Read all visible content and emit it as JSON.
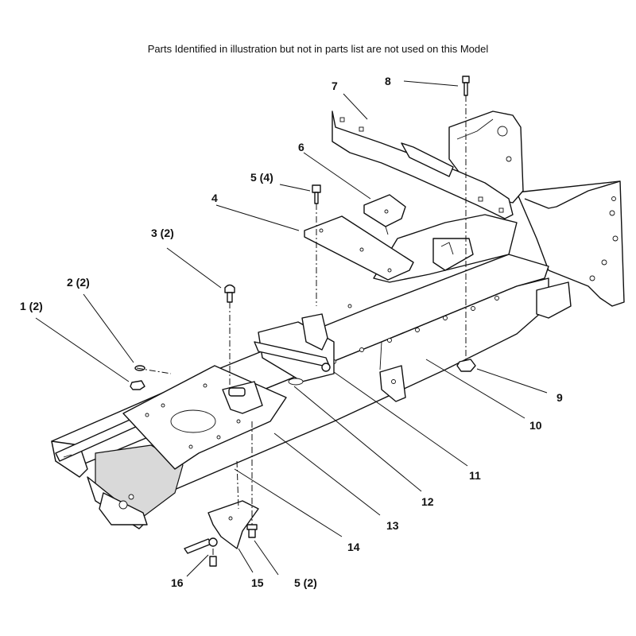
{
  "header": {
    "note": "Parts Identified  in illustration but not in parts list are not used on this Model"
  },
  "callouts": [
    {
      "id": "c1",
      "label": "1 (2)"
    },
    {
      "id": "c2",
      "label": "2 (2)"
    },
    {
      "id": "c3",
      "label": "3 (2)"
    },
    {
      "id": "c4",
      "label": "4"
    },
    {
      "id": "c5a",
      "label": "5 (4)"
    },
    {
      "id": "c6",
      "label": "6"
    },
    {
      "id": "c7",
      "label": "7"
    },
    {
      "id": "c8",
      "label": "8"
    },
    {
      "id": "c9",
      "label": "9"
    },
    {
      "id": "c10",
      "label": "10"
    },
    {
      "id": "c11",
      "label": "11"
    },
    {
      "id": "c12",
      "label": "12"
    },
    {
      "id": "c13",
      "label": "13"
    },
    {
      "id": "c14",
      "label": "14"
    },
    {
      "id": "c15",
      "label": "15"
    },
    {
      "id": "c16",
      "label": "16"
    },
    {
      "id": "c5b",
      "label": "5 (2)"
    }
  ]
}
